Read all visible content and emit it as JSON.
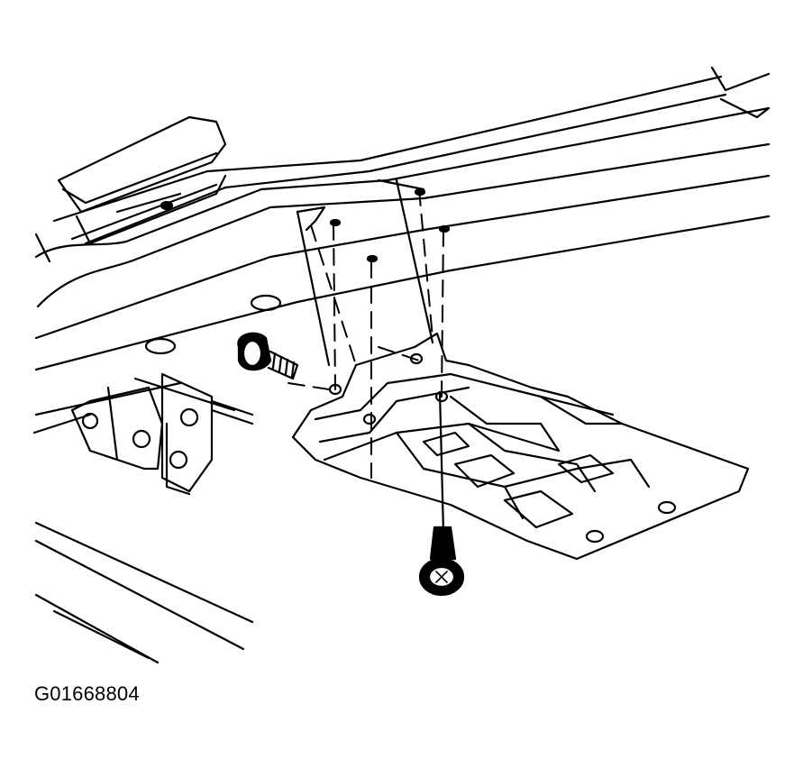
{
  "figure": {
    "id_label": "G01668804"
  },
  "colors": {
    "line": "#000000",
    "background": "#ffffff"
  },
  "parts": [
    {
      "name": "frame-rail"
    },
    {
      "name": "crossmember"
    },
    {
      "name": "skid-plate"
    },
    {
      "name": "side-bolt"
    },
    {
      "name": "bottom-bolt"
    },
    {
      "name": "mounting-bracket"
    }
  ]
}
